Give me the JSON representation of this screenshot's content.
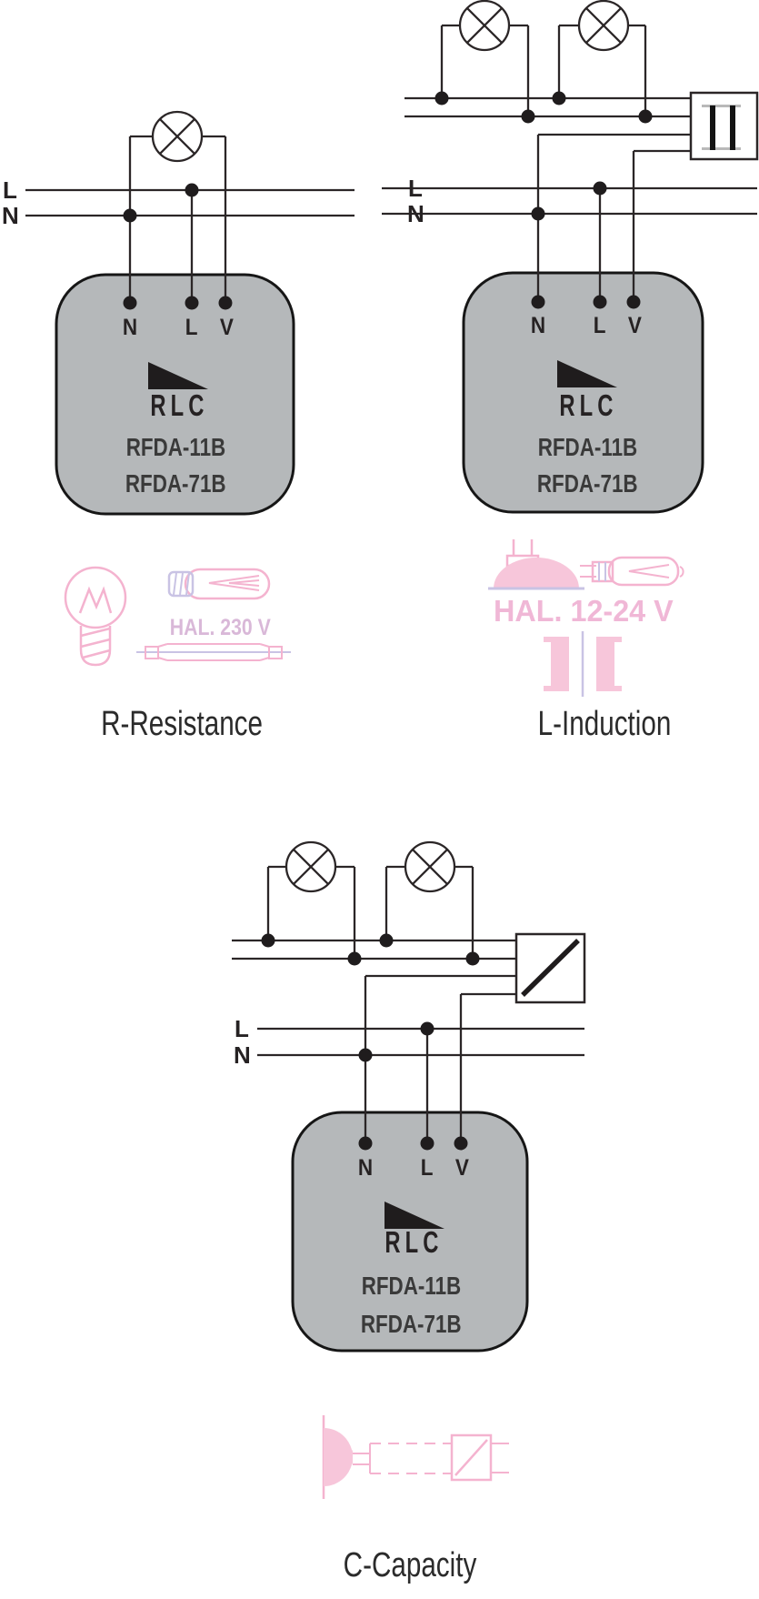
{
  "sections": {
    "resistance": {
      "title": "R-Resistance",
      "hal_rating": "HAL. 230 V",
      "line_live": "L",
      "line_neutral": "N"
    },
    "induction": {
      "title": "L-Induction",
      "hal_rating": "HAL. 12-24 V",
      "line_live": "L",
      "line_neutral": "N"
    },
    "capacity": {
      "title": "C-Capacity",
      "line_live": "L",
      "line_neutral": "N"
    }
  },
  "device": {
    "terminal_n": "N",
    "terminal_l": "L",
    "terminal_v": "V",
    "mark": "RLC",
    "model_1": "RFDA-11B",
    "model_2": "RFDA-71B"
  },
  "colors": {
    "device_fill": "#b5b8ba",
    "device_border": "#161616",
    "wire": "#2b2627",
    "pink_fill": "#f7c6da",
    "pink_outline": "#f4b3cf",
    "lavender": "#c9c3e4",
    "hal_230_text": "#d9b8d8",
    "hal_1224_text": "#f0b7d6",
    "title_text": "#2b2b2b"
  }
}
